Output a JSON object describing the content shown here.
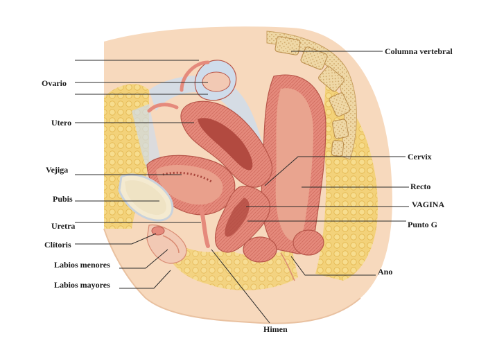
{
  "diagram": {
    "labels": {
      "blank_1": "",
      "ovario": "Ovario",
      "blank_2": "",
      "utero": "Utero",
      "vejiga": "Vejiga",
      "pubis": "Pubis",
      "uretra": "Uretra",
      "clitoris": "Clítoris",
      "labios_menores": "Labios menores",
      "labios_mayores": "Labios mayores",
      "himen": "Himen",
      "columna": "Columna vertebral",
      "cervix": "Cervix",
      "recto": "Recto",
      "vagina": "VAGINA",
      "punto_g": "Punto G",
      "ano": "Ano"
    },
    "colors": {
      "skin": "#f7d9bd",
      "fat": "#f3d27a",
      "fat_dot": "#e0a93a",
      "muscle": "#e58a7c",
      "muscle_dark": "#c9584c",
      "lumen": "#f7c6b8",
      "bone": "#efd8a6",
      "bone_dark": "#c9a060",
      "membrane": "#cfdceb",
      "bladder": "#e9a08c"
    }
  }
}
